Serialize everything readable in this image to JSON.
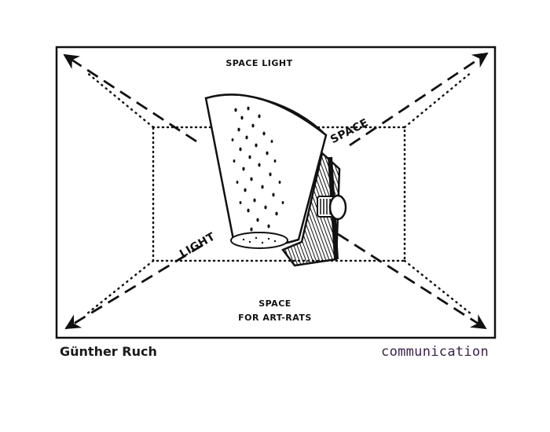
{
  "drawing": {
    "label_top": "SPACE LIGHT",
    "label_space_diagonal": "SPACE",
    "label_light_diagonal": "LIGHT",
    "label_bottom_line1": "SPACE",
    "label_bottom_line2": "FOR ART-RATS"
  },
  "caption": {
    "artist": "Günther Ruch",
    "title": "communication"
  },
  "colors": {
    "ink": "#111111",
    "title_ink": "#3a1f4a",
    "paper": "#ffffff"
  }
}
